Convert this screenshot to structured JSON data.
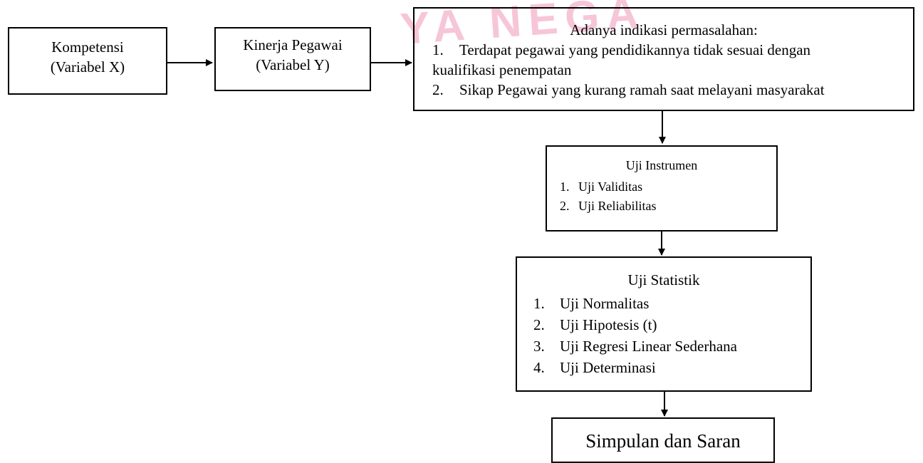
{
  "watermark": {
    "text": "YA NEGA"
  },
  "kompetensi": {
    "line1": "Kompetensi",
    "line2": "(Variabel X)"
  },
  "kinerja": {
    "line1": "Kinerja Pegawai",
    "line2": "(Variabel Y)"
  },
  "indikasi": {
    "title": "Adanya indikasi permasalahan:",
    "items": [
      {
        "num": "1.",
        "text": "Terdapat pegawai yang pendidikannya tidak sesuai dengan",
        "cont": "kualifikasi penempatan"
      },
      {
        "num": "2.",
        "text": "Sikap Pegawai yang kurang ramah saat melayani masyarakat"
      }
    ]
  },
  "instrumen": {
    "title": "Uji Instrumen",
    "items": [
      {
        "num": "1.",
        "text": "Uji Validitas"
      },
      {
        "num": "2.",
        "text": "Uji Reliabilitas"
      }
    ]
  },
  "statistik": {
    "title": "Uji Statistik",
    "items": [
      {
        "num": "1.",
        "text": "Uji Normalitas"
      },
      {
        "num": "2.",
        "text": "Uji Hipotesis (t)"
      },
      {
        "num": "3.",
        "text": "Uji Regresi Linear Sederhana"
      },
      {
        "num": "4.",
        "text": "Uji Determinasi"
      }
    ]
  },
  "simpulan": {
    "label": "Simpulan dan Saran"
  },
  "colors": {
    "stroke": "#000000",
    "watermark": "#f6c6d8"
  }
}
